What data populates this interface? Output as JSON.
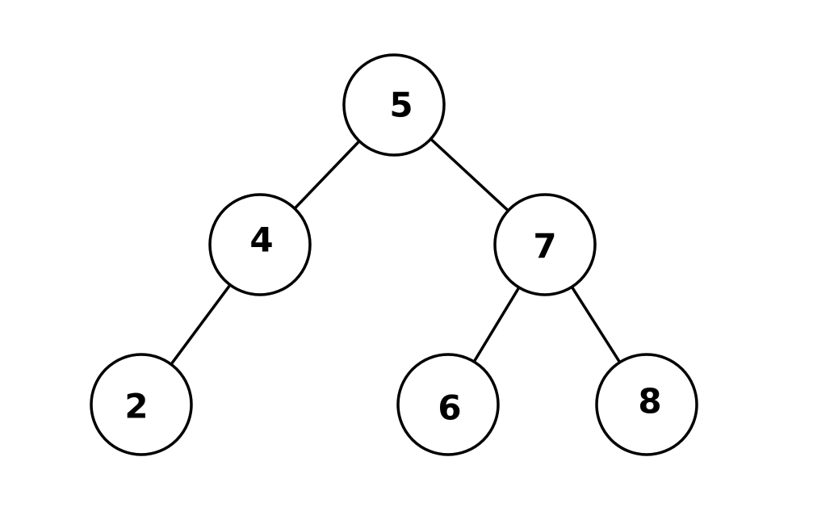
{
  "tree": {
    "nodes": [
      {
        "id": "n5",
        "label": "5"
      },
      {
        "id": "n4",
        "label": "4"
      },
      {
        "id": "n7",
        "label": "7"
      },
      {
        "id": "n2",
        "label": "2"
      },
      {
        "id": "n6",
        "label": "6"
      },
      {
        "id": "n8",
        "label": "8"
      }
    ],
    "edges": [
      {
        "from": "n5",
        "to": "n4"
      },
      {
        "from": "n5",
        "to": "n7"
      },
      {
        "from": "n4",
        "to": "n2"
      },
      {
        "from": "n7",
        "to": "n6"
      },
      {
        "from": "n7",
        "to": "n8"
      }
    ]
  },
  "colors": {
    "stroke": "#000000",
    "fill": "#ffffff",
    "text": "#000000"
  }
}
